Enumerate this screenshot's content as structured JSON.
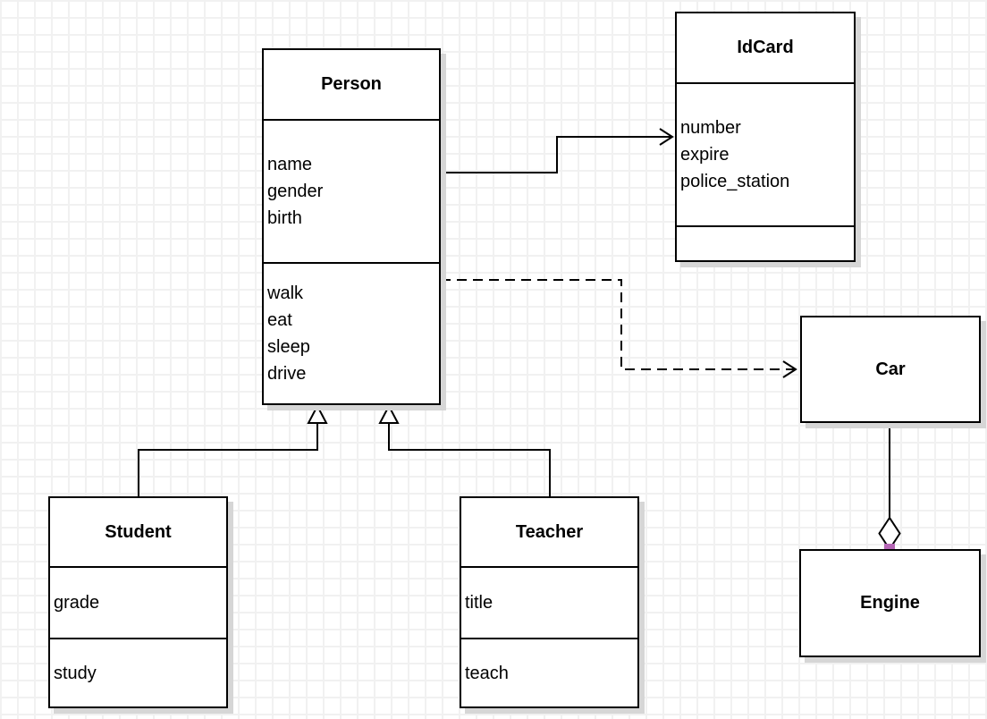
{
  "colors": {
    "line": "#000000",
    "box-fill": "#ffffff",
    "grid": "#f1f1f1",
    "shadow": "#d6d6d6",
    "endpoint": "#b566b5"
  },
  "diagram": {
    "type": "uml-class-diagram",
    "classes": {
      "person": {
        "name": "Person",
        "attributes": [
          "name",
          "gender",
          "birth"
        ],
        "methods": [
          "walk",
          "eat",
          "sleep",
          "drive"
        ]
      },
      "idcard": {
        "name": "IdCard",
        "attributes": [
          "number",
          "expire",
          "police_station"
        ],
        "methods": []
      },
      "car": {
        "name": "Car",
        "attributes": [],
        "methods": []
      },
      "engine": {
        "name": "Engine",
        "attributes": [],
        "methods": []
      },
      "student": {
        "name": "Student",
        "attributes": [
          "grade"
        ],
        "methods": [
          "study"
        ]
      },
      "teacher": {
        "name": "Teacher",
        "attributes": [
          "title"
        ],
        "methods": [
          "teach"
        ]
      }
    },
    "relationships": [
      {
        "from": "Person",
        "to": "IdCard",
        "type": "association",
        "line": "solid",
        "arrow": "open"
      },
      {
        "from": "Person",
        "to": "Car",
        "type": "dependency",
        "line": "dashed",
        "arrow": "open"
      },
      {
        "from": "Student",
        "to": "Person",
        "type": "generalization",
        "line": "solid",
        "arrow": "hollow-triangle"
      },
      {
        "from": "Teacher",
        "to": "Person",
        "type": "generalization",
        "line": "solid",
        "arrow": "hollow-triangle"
      },
      {
        "from": "Car",
        "to": "Engine",
        "type": "aggregation",
        "line": "solid",
        "arrow": "hollow-diamond",
        "endpoint_markers": 2
      }
    ]
  }
}
